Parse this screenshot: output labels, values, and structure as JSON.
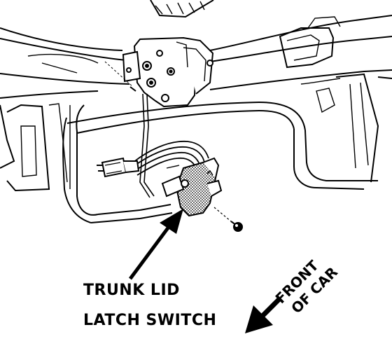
{
  "labels": {
    "part_line1": "TRUNK LID",
    "part_line2": "LATCH SWITCH",
    "direction_line1": "FRONT",
    "direction_line2": "OF CAR"
  },
  "colors": {
    "ink": "#000000",
    "paper": "#ffffff",
    "switch_shade": "#8a8a8a"
  },
  "icons": {
    "pointer": "arrow-icon",
    "direction": "arrow-icon"
  }
}
